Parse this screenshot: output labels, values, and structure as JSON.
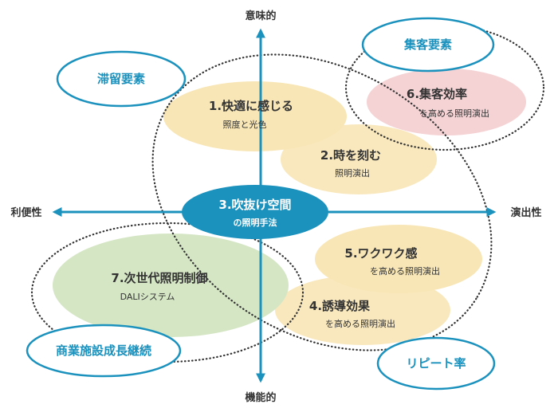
{
  "axes": {
    "top": "意味的",
    "bottom": "機能的",
    "left": "利便性",
    "right": "演出性"
  },
  "center": {
    "title": "3.吹抜け空間",
    "sub": "の照明手法"
  },
  "items": [
    {
      "title": "1.快適に感じる",
      "sub": "照度と光色"
    },
    {
      "title": "2.時を刻む",
      "sub": "照明演出"
    },
    {
      "title": "4.誘導効果",
      "sub": "を高める照明演出"
    },
    {
      "title": "5.ワクワク感",
      "sub": "を高める照明演出"
    },
    {
      "title": "6.集客効率",
      "sub": "を高める照明演出"
    },
    {
      "title": "7.次世代照明制御",
      "sub": "DALIシステム"
    }
  ],
  "tags": {
    "stay": "滞留要素",
    "attract": "集客要素",
    "continue": "商業施設成長継続",
    "repeat": "リピート率"
  },
  "colors": {
    "axis": "#1b91bd",
    "yellow": "#f8e6b6",
    "pink": "#f5d3d5",
    "green": "#d5e6c5",
    "center": "#1b91bd",
    "dotted": "#333333"
  }
}
